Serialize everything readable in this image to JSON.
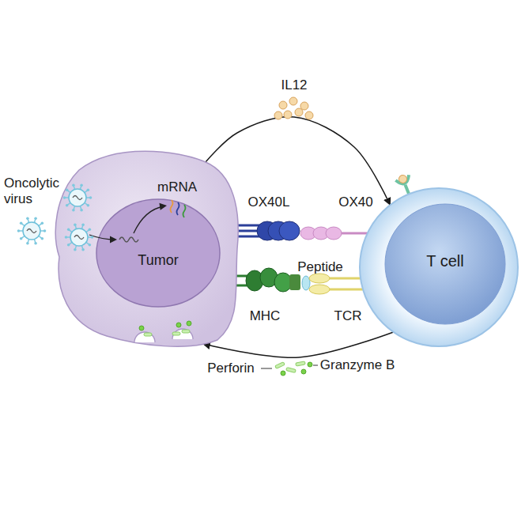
{
  "diagram": {
    "nodes": [
      {
        "text": [
          "Tumor"
        ]
      },
      {
        "text": [
          "T cell"
        ]
      }
    ],
    "edges": [
      {
        "from": 0,
        "to": 1,
        "arrow": "to",
        "label": "IL12"
      },
      {
        "from": 1,
        "to": 0,
        "arrow": "to"
      }
    ],
    "labels": [
      "Oncolytic virus",
      "mRNA",
      "OX40L",
      "OX40",
      "Peptide",
      "MHC",
      "TCR",
      "Perforin",
      "Granzyme B"
    ]
  }
}
